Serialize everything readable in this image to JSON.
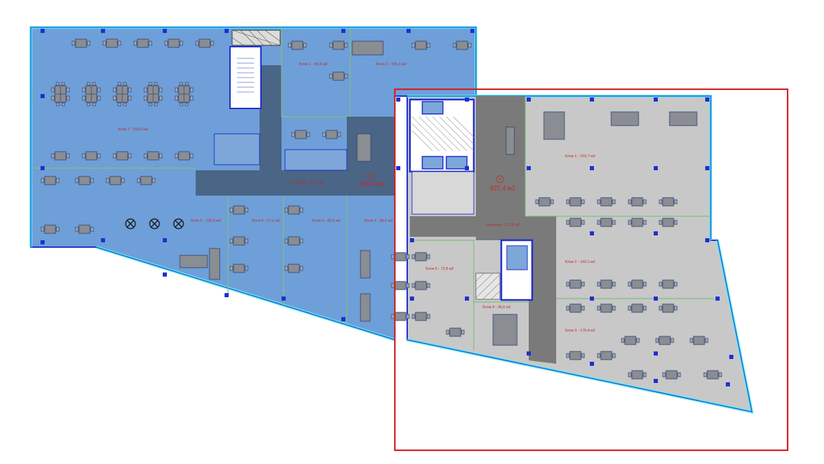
{
  "zones": {
    "zone1": {
      "number": "1",
      "area": "827,4 м2"
    },
    "zone2": {
      "number": "2",
      "area": "1060,4м2"
    }
  },
  "rooms_left": [
    {
      "key": "blok7",
      "label": "Блок 7 - 292,0 м2"
    },
    {
      "key": "blok1",
      "label": "Блок 1 - 80,8 м2"
    },
    {
      "key": "blok2",
      "label": "Блок 2 - 105,3 м2"
    },
    {
      "key": "koridor",
      "label": "Коридор - 118,3 м2"
    },
    {
      "key": "blok6",
      "label": "Блок 6 - 195,3 м2"
    },
    {
      "key": "blok5",
      "label": "Блок 5 - 67,0 м2"
    },
    {
      "key": "blok4",
      "label": "Блок 4 - 82,5 м2"
    },
    {
      "key": "blok3",
      "label": "Блок 3 - 89,2 м2"
    }
  ],
  "rooms_right": [
    {
      "key": "blok1",
      "label": "Блок 1 - 233,7 м2"
    },
    {
      "key": "koridor",
      "label": "Коридор - 131,6 м2"
    },
    {
      "key": "blok5",
      "label": "Блок 5 - 72,8 м2"
    },
    {
      "key": "blok4",
      "label": "Блок 4 - 36,6 м2"
    },
    {
      "key": "blok2",
      "label": "Блок 2 - 143,1 м2"
    },
    {
      "key": "blok3",
      "label": "Блок 3 - 176,4 м2"
    }
  ],
  "colors": {
    "left_zone_fill": "#6f9fd8",
    "right_zone_fill": "#c8c8c8",
    "corridor_left": "#4a6585",
    "corridor_right": "#7a7a7a",
    "walls": "#1f2fd0",
    "window_edge": "#5ae8f0",
    "green_mark": "#39d639",
    "highlight_frame": "#d21f26",
    "label_text": "#c02a2a"
  }
}
